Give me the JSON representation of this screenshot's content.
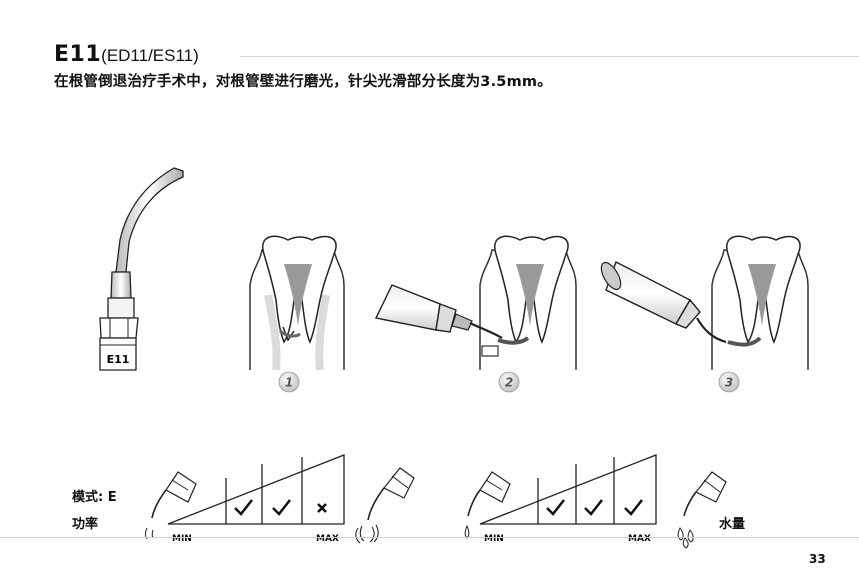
{
  "header": {
    "model": "E11",
    "variants": "(ED11/ES11)",
    "description": "在根管倒退治疗手术中，对根管壁进行磨光，针尖光滑部分长度为3.5mm。"
  },
  "tip_label": "E11",
  "steps": [
    "1",
    "2",
    "3"
  ],
  "settings": {
    "mode_label": "模式: E",
    "power_label": "功率",
    "water_label": "水量",
    "power_scale": {
      "min_label": "MIN",
      "max_label": "MAX",
      "marks": [
        "check",
        "check",
        "cross"
      ]
    },
    "water_scale": {
      "min_label": "MIN",
      "max_label": "MAX",
      "marks": [
        "check",
        "check",
        "check"
      ]
    }
  },
  "page_number": "33"
}
